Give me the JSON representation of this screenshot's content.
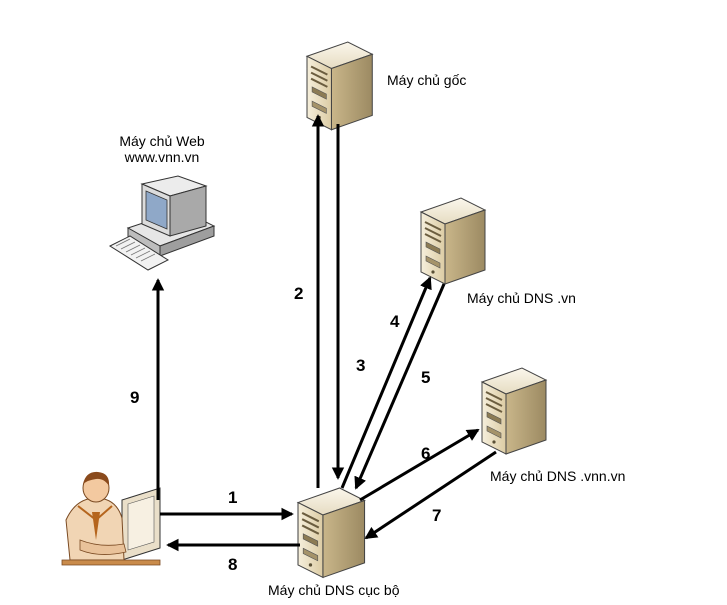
{
  "nodes": {
    "root_server": {
      "label": "Máy chủ gốc",
      "icon": "server-tower-icon"
    },
    "web_server": {
      "label_line1": "Máy chủ Web",
      "label_line2": "www.vnn.vn",
      "icon": "desktop-computer-icon"
    },
    "vn_server": {
      "label": "Máy chủ DNS .vn",
      "icon": "server-tower-icon"
    },
    "vnn_server": {
      "label": "Máy chủ DNS .vnn.vn",
      "icon": "server-tower-icon"
    },
    "local_server": {
      "label": "Máy chủ DNS cục bộ",
      "icon": "server-tower-icon"
    },
    "user": {
      "icon": "user-at-computer-icon"
    }
  },
  "steps": [
    "1",
    "2",
    "3",
    "4",
    "5",
    "6",
    "7",
    "8",
    "9"
  ],
  "colors": {
    "arrow": "#000000",
    "server_body": "#e8dcc0",
    "server_side": "#b9a77f",
    "monitor": "#d4d4d4",
    "screen": "#9db3cf"
  }
}
